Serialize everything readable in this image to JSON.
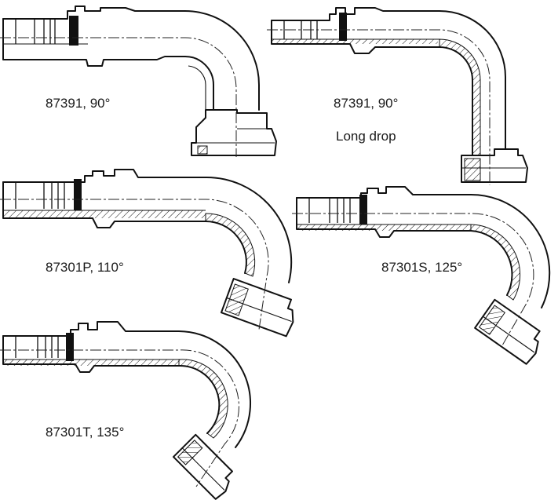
{
  "diagram": {
    "fittings": [
      {
        "id": "f1",
        "label": "87391, 90°",
        "sublabel": ""
      },
      {
        "id": "f2",
        "label": "87391, 90°",
        "sublabel": "Long drop"
      },
      {
        "id": "f3",
        "label": "87301P, 110°",
        "sublabel": ""
      },
      {
        "id": "f4",
        "label": "87301S, 125°",
        "sublabel": ""
      },
      {
        "id": "f5",
        "label": "87301T, 135°",
        "sublabel": ""
      }
    ]
  }
}
